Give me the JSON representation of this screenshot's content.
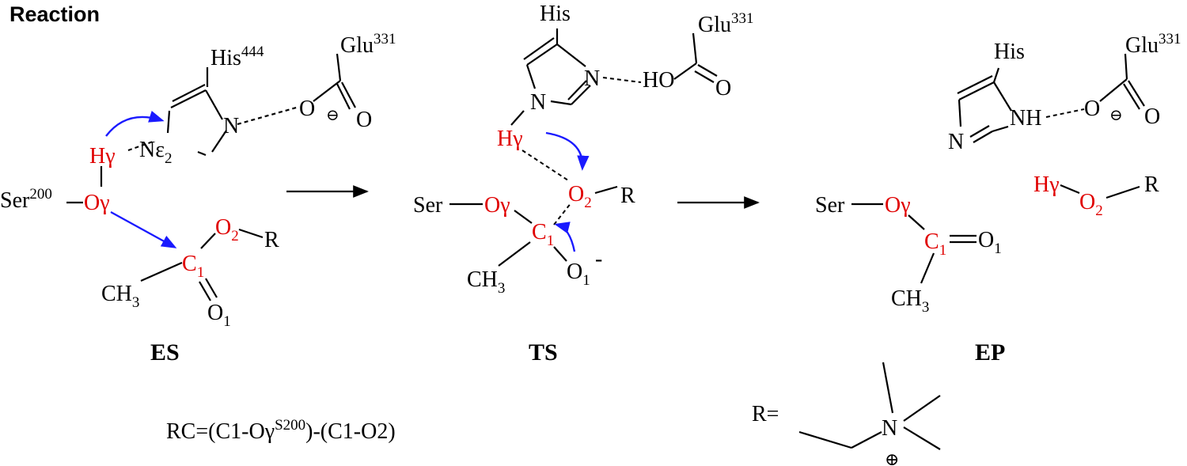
{
  "title": "Reaction",
  "labels": {
    "es": "ES",
    "ts": "TS",
    "ep": "EP"
  },
  "residues": {
    "his": "His",
    "his_num": "444",
    "glu": "Glu",
    "glu_num": "331",
    "ser": "Ser",
    "ser_num": "200"
  },
  "atoms": {
    "h_gamma": "Hγ",
    "o_gamma": "Oγ",
    "c1": "C",
    "c1_sub": "1",
    "o2": "O",
    "o2_sub": "2",
    "o1": "O",
    "o1_sub": "1",
    "n": "N",
    "ne2": "Nε",
    "ne2_sub": "2",
    "nh": "NH",
    "ho": "HO",
    "o": "O",
    "r": "R",
    "ch3": "CH",
    "ch3_sub": "3",
    "minus_circle": "⊖",
    "minus": "-",
    "plus_circle": "⊕"
  },
  "reaction_coordinate": {
    "prefix": "RC=(C1-Oγ",
    "sup": "S200",
    "suffix": ")-(C1-O2)"
  },
  "r_definition": "R="
}
